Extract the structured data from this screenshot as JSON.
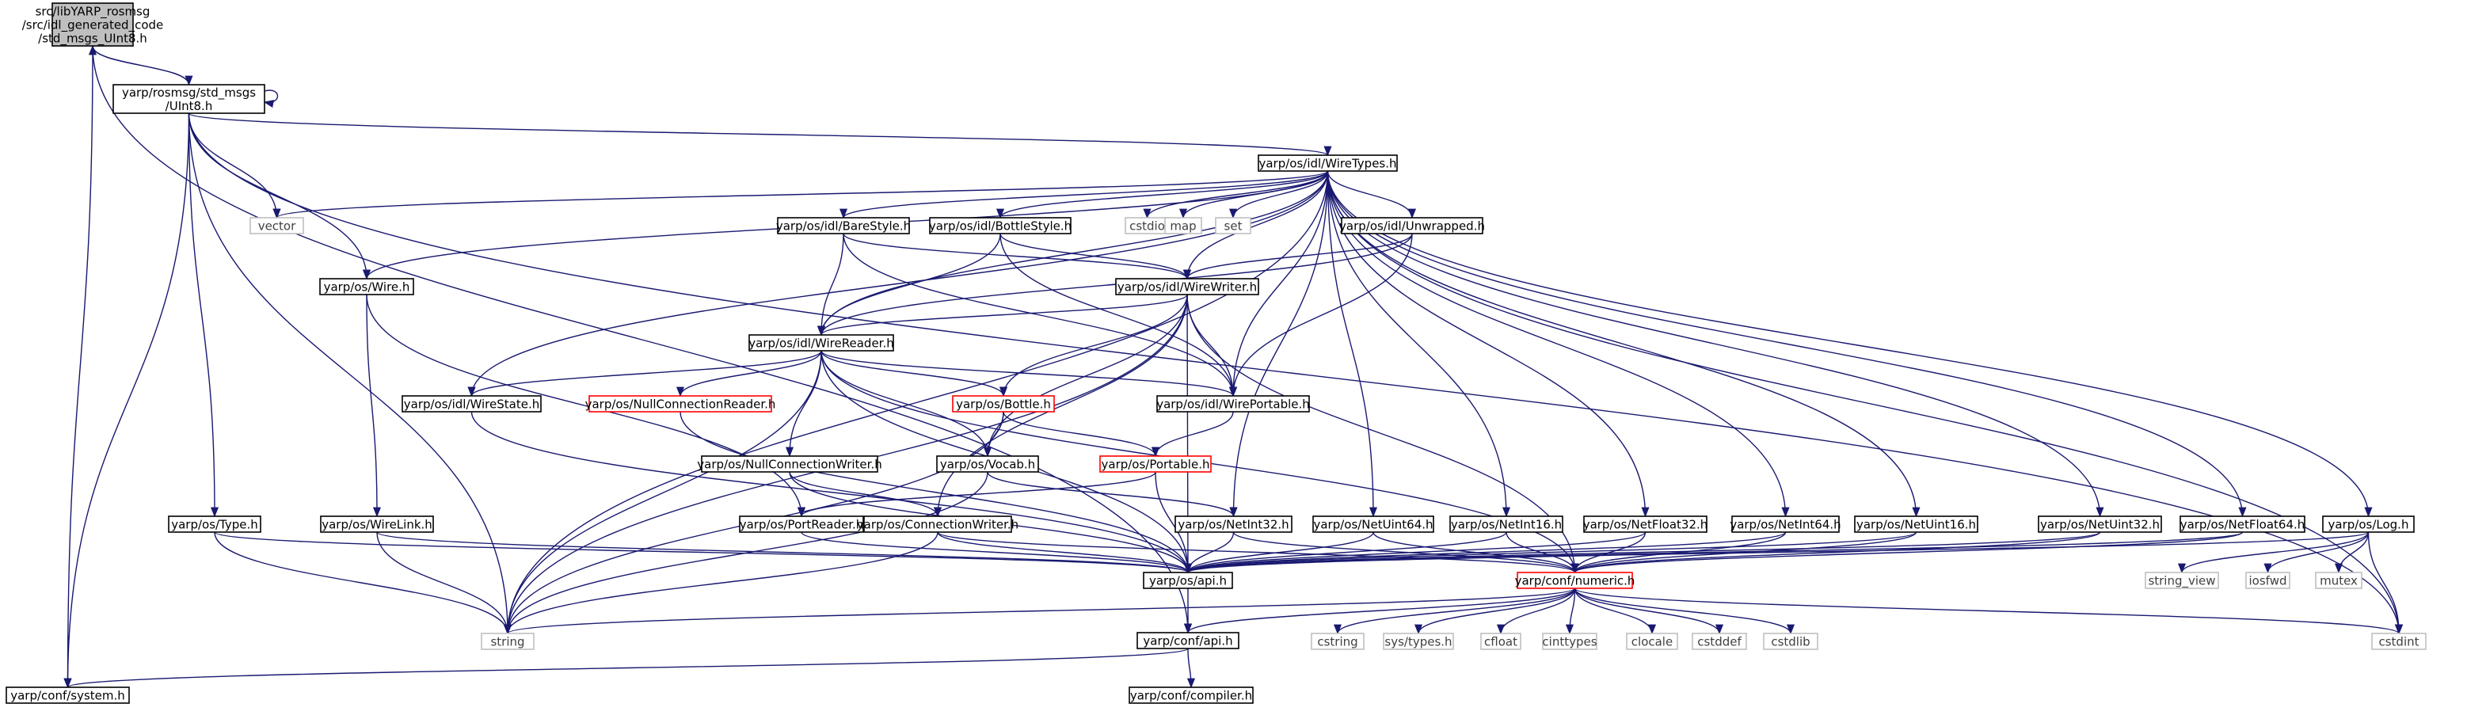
{
  "colors": {
    "edge": "#191970",
    "root_fill": "#bfbfbf",
    "node_border": "#000000",
    "missing_border": "#ff0000",
    "system_border": "#bfbfbf",
    "system_text": "#404040"
  },
  "nodes": [
    {
      "id": "root",
      "lines": [
        "src/libYARP_rosmsg",
        "/src/idl_generated_code",
        "/std_msgs_UInt8.h"
      ],
      "kind": "root"
    },
    {
      "id": "uint8",
      "lines": [
        "yarp/rosmsg/std_msgs",
        "/UInt8.h"
      ],
      "kind": "normal"
    },
    {
      "id": "wiretypes",
      "lines": [
        "yarp/os/idl/WireTypes.h"
      ],
      "kind": "normal"
    },
    {
      "id": "vector",
      "lines": [
        "vector"
      ],
      "kind": "system"
    },
    {
      "id": "cstdio",
      "lines": [
        "cstdio"
      ],
      "kind": "system"
    },
    {
      "id": "map",
      "lines": [
        "map"
      ],
      "kind": "system"
    },
    {
      "id": "set",
      "lines": [
        "set"
      ],
      "kind": "system"
    },
    {
      "id": "barestyle",
      "lines": [
        "yarp/os/idl/BareStyle.h"
      ],
      "kind": "normal"
    },
    {
      "id": "bottlestyle",
      "lines": [
        "yarp/os/idl/BottleStyle.h"
      ],
      "kind": "normal"
    },
    {
      "id": "unwrapped",
      "lines": [
        "yarp/os/idl/Unwrapped.h"
      ],
      "kind": "normal"
    },
    {
      "id": "wire",
      "lines": [
        "yarp/os/Wire.h"
      ],
      "kind": "normal"
    },
    {
      "id": "wirewriter",
      "lines": [
        "yarp/os/idl/WireWriter.h"
      ],
      "kind": "normal"
    },
    {
      "id": "wirereader",
      "lines": [
        "yarp/os/idl/WireReader.h"
      ],
      "kind": "normal"
    },
    {
      "id": "wirestate",
      "lines": [
        "yarp/os/idl/WireState.h"
      ],
      "kind": "normal"
    },
    {
      "id": "nullconnreader",
      "lines": [
        "yarp/os/NullConnectionReader.h"
      ],
      "kind": "missing"
    },
    {
      "id": "bottle",
      "lines": [
        "yarp/os/Bottle.h"
      ],
      "kind": "missing"
    },
    {
      "id": "wireportable",
      "lines": [
        "yarp/os/idl/WirePortable.h"
      ],
      "kind": "normal"
    },
    {
      "id": "nullconnwriter",
      "lines": [
        "yarp/os/NullConnectionWriter.h"
      ],
      "kind": "normal"
    },
    {
      "id": "vocab",
      "lines": [
        "yarp/os/Vocab.h"
      ],
      "kind": "normal"
    },
    {
      "id": "portable",
      "lines": [
        "yarp/os/Portable.h"
      ],
      "kind": "missing"
    },
    {
      "id": "type",
      "lines": [
        "yarp/os/Type.h"
      ],
      "kind": "normal"
    },
    {
      "id": "wirelink",
      "lines": [
        "yarp/os/WireLink.h"
      ],
      "kind": "normal"
    },
    {
      "id": "portreader",
      "lines": [
        "yarp/os/PortReader.h"
      ],
      "kind": "normal"
    },
    {
      "id": "connwriter",
      "lines": [
        "yarp/os/ConnectionWriter.h"
      ],
      "kind": "normal"
    },
    {
      "id": "netint32",
      "lines": [
        "yarp/os/NetInt32.h"
      ],
      "kind": "normal"
    },
    {
      "id": "netuint64",
      "lines": [
        "yarp/os/NetUint64.h"
      ],
      "kind": "normal"
    },
    {
      "id": "netint16",
      "lines": [
        "yarp/os/NetInt16.h"
      ],
      "kind": "normal"
    },
    {
      "id": "netfloat32",
      "lines": [
        "yarp/os/NetFloat32.h"
      ],
      "kind": "normal"
    },
    {
      "id": "netint64",
      "lines": [
        "yarp/os/NetInt64.h"
      ],
      "kind": "normal"
    },
    {
      "id": "netuint16",
      "lines": [
        "yarp/os/NetUint16.h"
      ],
      "kind": "normal"
    },
    {
      "id": "netuint32",
      "lines": [
        "yarp/os/NetUint32.h"
      ],
      "kind": "normal"
    },
    {
      "id": "netfloat64",
      "lines": [
        "yarp/os/NetFloat64.h"
      ],
      "kind": "normal"
    },
    {
      "id": "log",
      "lines": [
        "yarp/os/Log.h"
      ],
      "kind": "normal"
    },
    {
      "id": "osapi",
      "lines": [
        "yarp/os/api.h"
      ],
      "kind": "normal"
    },
    {
      "id": "numeric",
      "lines": [
        "yarp/conf/numeric.h"
      ],
      "kind": "missing"
    },
    {
      "id": "string_view",
      "lines": [
        "string_view"
      ],
      "kind": "system"
    },
    {
      "id": "iosfwd",
      "lines": [
        "iosfwd"
      ],
      "kind": "system"
    },
    {
      "id": "mutex",
      "lines": [
        "mutex"
      ],
      "kind": "system"
    },
    {
      "id": "string",
      "lines": [
        "string"
      ],
      "kind": "system"
    },
    {
      "id": "confapi",
      "lines": [
        "yarp/conf/api.h"
      ],
      "kind": "normal"
    },
    {
      "id": "cstring",
      "lines": [
        "cstring"
      ],
      "kind": "system"
    },
    {
      "id": "systypes",
      "lines": [
        "sys/types.h"
      ],
      "kind": "system"
    },
    {
      "id": "cfloat",
      "lines": [
        "cfloat"
      ],
      "kind": "system"
    },
    {
      "id": "cinttypes",
      "lines": [
        "cinttypes"
      ],
      "kind": "system"
    },
    {
      "id": "clocale",
      "lines": [
        "clocale"
      ],
      "kind": "system"
    },
    {
      "id": "cstddef",
      "lines": [
        "cstddef"
      ],
      "kind": "system"
    },
    {
      "id": "cstdlib",
      "lines": [
        "cstdlib"
      ],
      "kind": "system"
    },
    {
      "id": "cstdint",
      "lines": [
        "cstdint"
      ],
      "kind": "system"
    },
    {
      "id": "system",
      "lines": [
        "yarp/conf/system.h"
      ],
      "kind": "normal"
    },
    {
      "id": "compiler",
      "lines": [
        "yarp/conf/compiler.h"
      ],
      "kind": "normal"
    }
  ],
  "edges": [
    [
      "root",
      "uint8"
    ],
    [
      "root",
      "confapi"
    ],
    [
      "root",
      "system"
    ],
    [
      "uint8",
      "root"
    ],
    [
      "uint8",
      "uint8"
    ],
    [
      "uint8",
      "wiretypes"
    ],
    [
      "uint8",
      "vector"
    ],
    [
      "uint8",
      "wire"
    ],
    [
      "uint8",
      "type"
    ],
    [
      "uint8",
      "string"
    ],
    [
      "uint8",
      "system"
    ],
    [
      "uint8",
      "cstdint"
    ],
    [
      "wiretypes",
      "vector"
    ],
    [
      "wiretypes",
      "cstdio"
    ],
    [
      "wiretypes",
      "map"
    ],
    [
      "wiretypes",
      "set"
    ],
    [
      "wiretypes",
      "string"
    ],
    [
      "wiretypes",
      "barestyle"
    ],
    [
      "wiretypes",
      "bottlestyle"
    ],
    [
      "wiretypes",
      "unwrapped"
    ],
    [
      "wiretypes",
      "wirewriter"
    ],
    [
      "wiretypes",
      "wirereader"
    ],
    [
      "wiretypes",
      "wirestate"
    ],
    [
      "wiretypes",
      "wireportable"
    ],
    [
      "wiretypes",
      "wire"
    ],
    [
      "wiretypes",
      "netint32"
    ],
    [
      "wiretypes",
      "netuint64"
    ],
    [
      "wiretypes",
      "netint16"
    ],
    [
      "wiretypes",
      "netfloat32"
    ],
    [
      "wiretypes",
      "netint64"
    ],
    [
      "wiretypes",
      "netuint16"
    ],
    [
      "wiretypes",
      "netuint32"
    ],
    [
      "wiretypes",
      "netfloat64"
    ],
    [
      "wiretypes",
      "log"
    ],
    [
      "wiretypes",
      "cstdint"
    ],
    [
      "barestyle",
      "wirereader"
    ],
    [
      "barestyle",
      "wirewriter"
    ],
    [
      "barestyle",
      "wireportable"
    ],
    [
      "bottlestyle",
      "wirereader"
    ],
    [
      "bottlestyle",
      "wirewriter"
    ],
    [
      "bottlestyle",
      "wireportable"
    ],
    [
      "unwrapped",
      "wirereader"
    ],
    [
      "unwrapped",
      "wirewriter"
    ],
    [
      "unwrapped",
      "wireportable"
    ],
    [
      "wire",
      "portreader"
    ],
    [
      "wire",
      "wirelink"
    ],
    [
      "wirewriter",
      "wirereader"
    ],
    [
      "wirewriter",
      "wireportable"
    ],
    [
      "wirewriter",
      "bottle"
    ],
    [
      "wirewriter",
      "vocab"
    ],
    [
      "wirewriter",
      "connwriter"
    ],
    [
      "wirewriter",
      "osapi"
    ],
    [
      "wirewriter",
      "numeric"
    ],
    [
      "wirewriter",
      "string"
    ],
    [
      "wirereader",
      "wirestate"
    ],
    [
      "wirereader",
      "nullconnreader"
    ],
    [
      "wirereader",
      "bottle"
    ],
    [
      "wirereader",
      "wireportable"
    ],
    [
      "wirereader",
      "nullconnwriter"
    ],
    [
      "wirereader",
      "vocab"
    ],
    [
      "wirereader",
      "osapi"
    ],
    [
      "wirereader",
      "numeric"
    ],
    [
      "wirereader",
      "string"
    ],
    [
      "wirestate",
      "osapi"
    ],
    [
      "nullconnreader",
      "osapi"
    ],
    [
      "bottle",
      "vocab"
    ],
    [
      "bottle",
      "portable"
    ],
    [
      "bottle",
      "string"
    ],
    [
      "wireportable",
      "portable"
    ],
    [
      "nullconnwriter",
      "connwriter"
    ],
    [
      "nullconnwriter",
      "osapi"
    ],
    [
      "vocab",
      "netint32"
    ],
    [
      "vocab",
      "string"
    ],
    [
      "portable",
      "portreader"
    ],
    [
      "portable",
      "osapi"
    ],
    [
      "type",
      "osapi"
    ],
    [
      "type",
      "string"
    ],
    [
      "wirelink",
      "osapi"
    ],
    [
      "wirelink",
      "string"
    ],
    [
      "portreader",
      "osapi"
    ],
    [
      "connwriter",
      "osapi"
    ],
    [
      "connwriter",
      "numeric"
    ],
    [
      "connwriter",
      "string"
    ],
    [
      "netint32",
      "osapi"
    ],
    [
      "netint32",
      "numeric"
    ],
    [
      "netuint64",
      "osapi"
    ],
    [
      "netuint64",
      "numeric"
    ],
    [
      "netint16",
      "osapi"
    ],
    [
      "netint16",
      "numeric"
    ],
    [
      "netfloat32",
      "osapi"
    ],
    [
      "netfloat32",
      "numeric"
    ],
    [
      "netint64",
      "osapi"
    ],
    [
      "netint64",
      "numeric"
    ],
    [
      "netuint16",
      "osapi"
    ],
    [
      "netuint16",
      "numeric"
    ],
    [
      "netuint32",
      "osapi"
    ],
    [
      "netuint32",
      "numeric"
    ],
    [
      "netfloat64",
      "osapi"
    ],
    [
      "netfloat64",
      "numeric"
    ],
    [
      "log",
      "osapi"
    ],
    [
      "log",
      "string_view"
    ],
    [
      "log",
      "iosfwd"
    ],
    [
      "log",
      "mutex"
    ],
    [
      "log",
      "cstdint"
    ],
    [
      "osapi",
      "confapi"
    ],
    [
      "numeric",
      "string"
    ],
    [
      "numeric",
      "confapi"
    ],
    [
      "numeric",
      "cstring"
    ],
    [
      "numeric",
      "systypes"
    ],
    [
      "numeric",
      "cfloat"
    ],
    [
      "numeric",
      "cinttypes"
    ],
    [
      "numeric",
      "clocale"
    ],
    [
      "numeric",
      "cstddef"
    ],
    [
      "numeric",
      "cstdlib"
    ],
    [
      "numeric",
      "cstdint"
    ],
    [
      "confapi",
      "system"
    ],
    [
      "confapi",
      "compiler"
    ]
  ]
}
